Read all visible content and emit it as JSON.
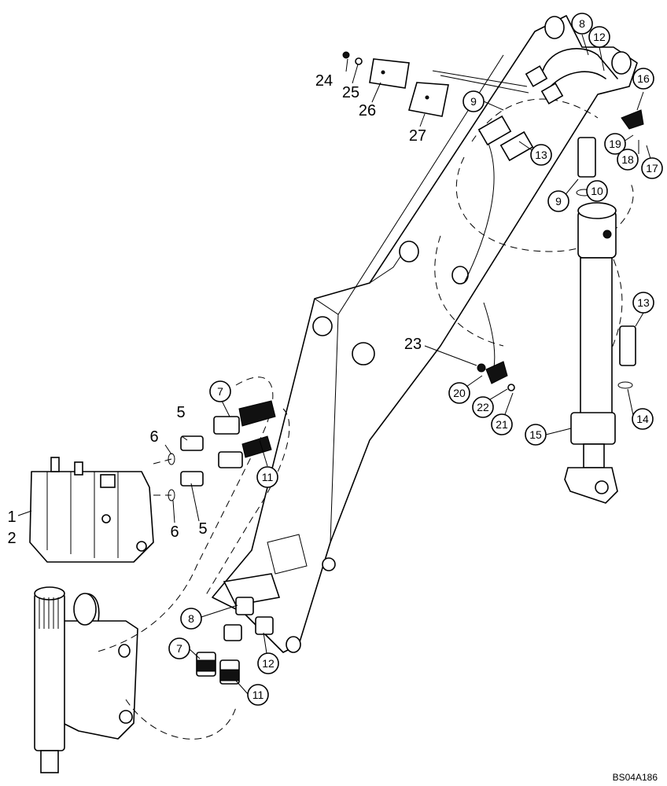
{
  "drawing_code": "BS04A186",
  "callouts": [
    {
      "label": "8"
    },
    {
      "label": "12"
    },
    {
      "label": "9"
    },
    {
      "label": "13"
    },
    {
      "label": "16"
    },
    {
      "label": "19"
    },
    {
      "label": "18"
    },
    {
      "label": "17"
    },
    {
      "label": "9"
    },
    {
      "label": "10"
    },
    {
      "label": "13"
    },
    {
      "label": "14"
    },
    {
      "label": "15"
    },
    {
      "label": "20"
    },
    {
      "label": "22"
    },
    {
      "label": "21"
    },
    {
      "label": "7"
    },
    {
      "label": "11"
    },
    {
      "label": "8"
    },
    {
      "label": "12"
    },
    {
      "label": "7"
    },
    {
      "label": "11"
    }
  ],
  "plain_labels": [
    {
      "label": "24"
    },
    {
      "label": "25"
    },
    {
      "label": "26"
    },
    {
      "label": "27"
    },
    {
      "label": "23"
    },
    {
      "label": "5"
    },
    {
      "label": "6"
    },
    {
      "label": "5"
    },
    {
      "label": "6"
    },
    {
      "label": "1"
    },
    {
      "label": "2"
    }
  ]
}
